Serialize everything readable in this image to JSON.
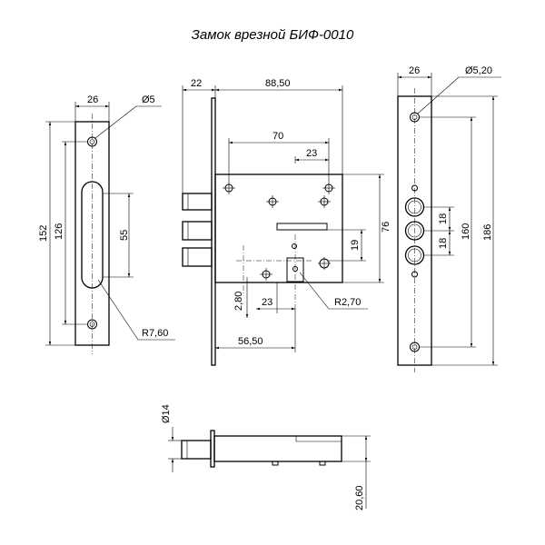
{
  "title": "Замок врезной БИФ-0010",
  "dims": {
    "strike_width": "26",
    "strike_hole": "Ø5",
    "strike_h152": "152",
    "strike_h126": "126",
    "strike_h55": "55",
    "strike_r": "R7,60",
    "backset_22": "22",
    "body_w": "88,50",
    "w70": "70",
    "w23_top": "23",
    "h76": "76",
    "h19": "19",
    "h2_80": "2,80",
    "w23_bottom": "23",
    "r2_70": "R2,70",
    "w56_50": "56,50",
    "face_width": "26",
    "face_hole": "Ø5,20",
    "bolt_18a": "18",
    "bolt_18b": "18",
    "h160": "160",
    "h186": "186",
    "bolt_d14": "Ø14",
    "h20_60": "20,60"
  }
}
